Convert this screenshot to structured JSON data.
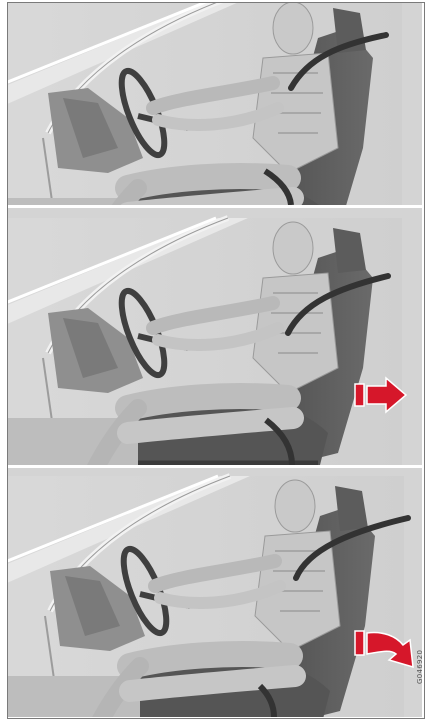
{
  "figure": {
    "code": "G046920",
    "panels": [
      {
        "id": "normal-position",
        "arrow": "none"
      },
      {
        "id": "seat-moves-back",
        "arrow": "straight-right"
      },
      {
        "id": "seat-tilts-back",
        "arrow": "curved-down-right"
      }
    ],
    "colors": {
      "background": "#d4d4d4",
      "seatbelt": "#333333",
      "arrow_fill": "#d6172a",
      "arrow_outline": "#ffffff"
    }
  }
}
